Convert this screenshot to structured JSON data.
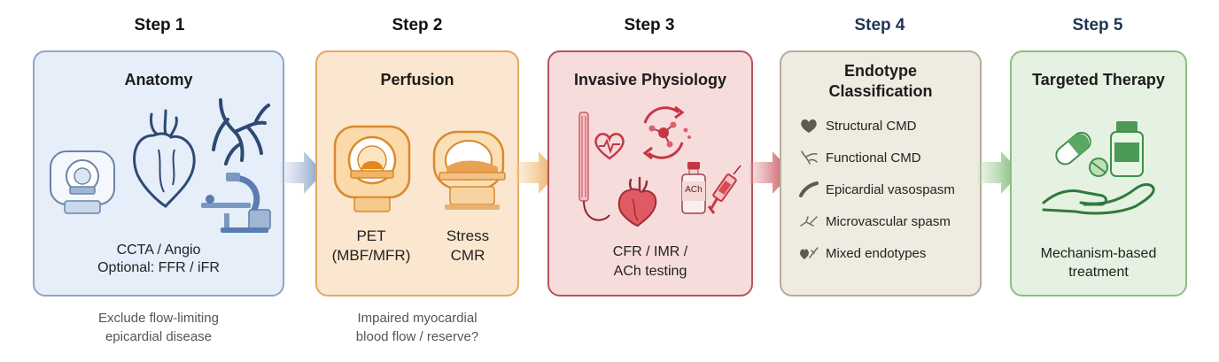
{
  "steps": [
    {
      "label": "Step 1",
      "title": "Anatomy",
      "lines": [
        "CCTA / Angio",
        "Optional: FFR / iFR"
      ],
      "caption": [
        "Exclude flow-limiting",
        "epicardial disease"
      ]
    },
    {
      "label": "Step 2",
      "title": "Perfusion",
      "pet": [
        "PET",
        "(MBF/MFR)"
      ],
      "cmr": [
        "Stress",
        "CMR"
      ],
      "caption": [
        "Impaired myocardial",
        "blood flow / reserve?"
      ]
    },
    {
      "label": "Step 3",
      "title": "Invasive Physiology",
      "lines": [
        "CFR / IMR /",
        "ACh testing"
      ],
      "vial_label": "ACh"
    },
    {
      "label": "Step 4",
      "title": [
        "Endotype",
        "Classification"
      ],
      "items": [
        "Structural CMD",
        "Functional CMD",
        "Epicardial vasospasm",
        "Microvascular spasm",
        "Mixed endotypes"
      ]
    },
    {
      "label": "Step 5",
      "title": "Targeted Therapy",
      "lines": [
        "Mechanism-based",
        "treatment"
      ]
    }
  ],
  "colors": {
    "step1_bg": "#e6eef9",
    "step1_border": "#8ea6c6",
    "step2_bg": "#fbe7cf",
    "step2_border": "#e4a863",
    "step3_bg": "#f7dcdc",
    "step3_border": "#b5545e",
    "step4_bg": "#efebe1",
    "step4_border": "#b5ad9a",
    "step5_bg": "#e5f1e1",
    "step5_border": "#8cbe82"
  }
}
